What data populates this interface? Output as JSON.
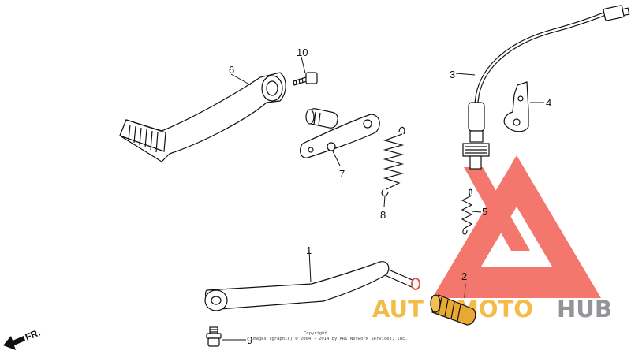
{
  "labels": {
    "p1": "1",
    "p2": "2",
    "p3": "3",
    "p4": "4",
    "p5": "5",
    "p6": "6",
    "p7": "7",
    "p8": "8",
    "p9": "9",
    "p10": "10"
  },
  "copyright": {
    "line1": "Copyright",
    "line2": "Images (graphic) © 2004 - 2014 by ARI Network Services, Inc."
  },
  "direction": {
    "fr": "FR."
  },
  "watermark": {
    "part1": "AUT",
    "part2": "MOTO",
    "part3": "HUB",
    "color_primary": "#f04a3c",
    "color_secondary": "#f2b027",
    "color_tertiary": "#7f8286"
  }
}
